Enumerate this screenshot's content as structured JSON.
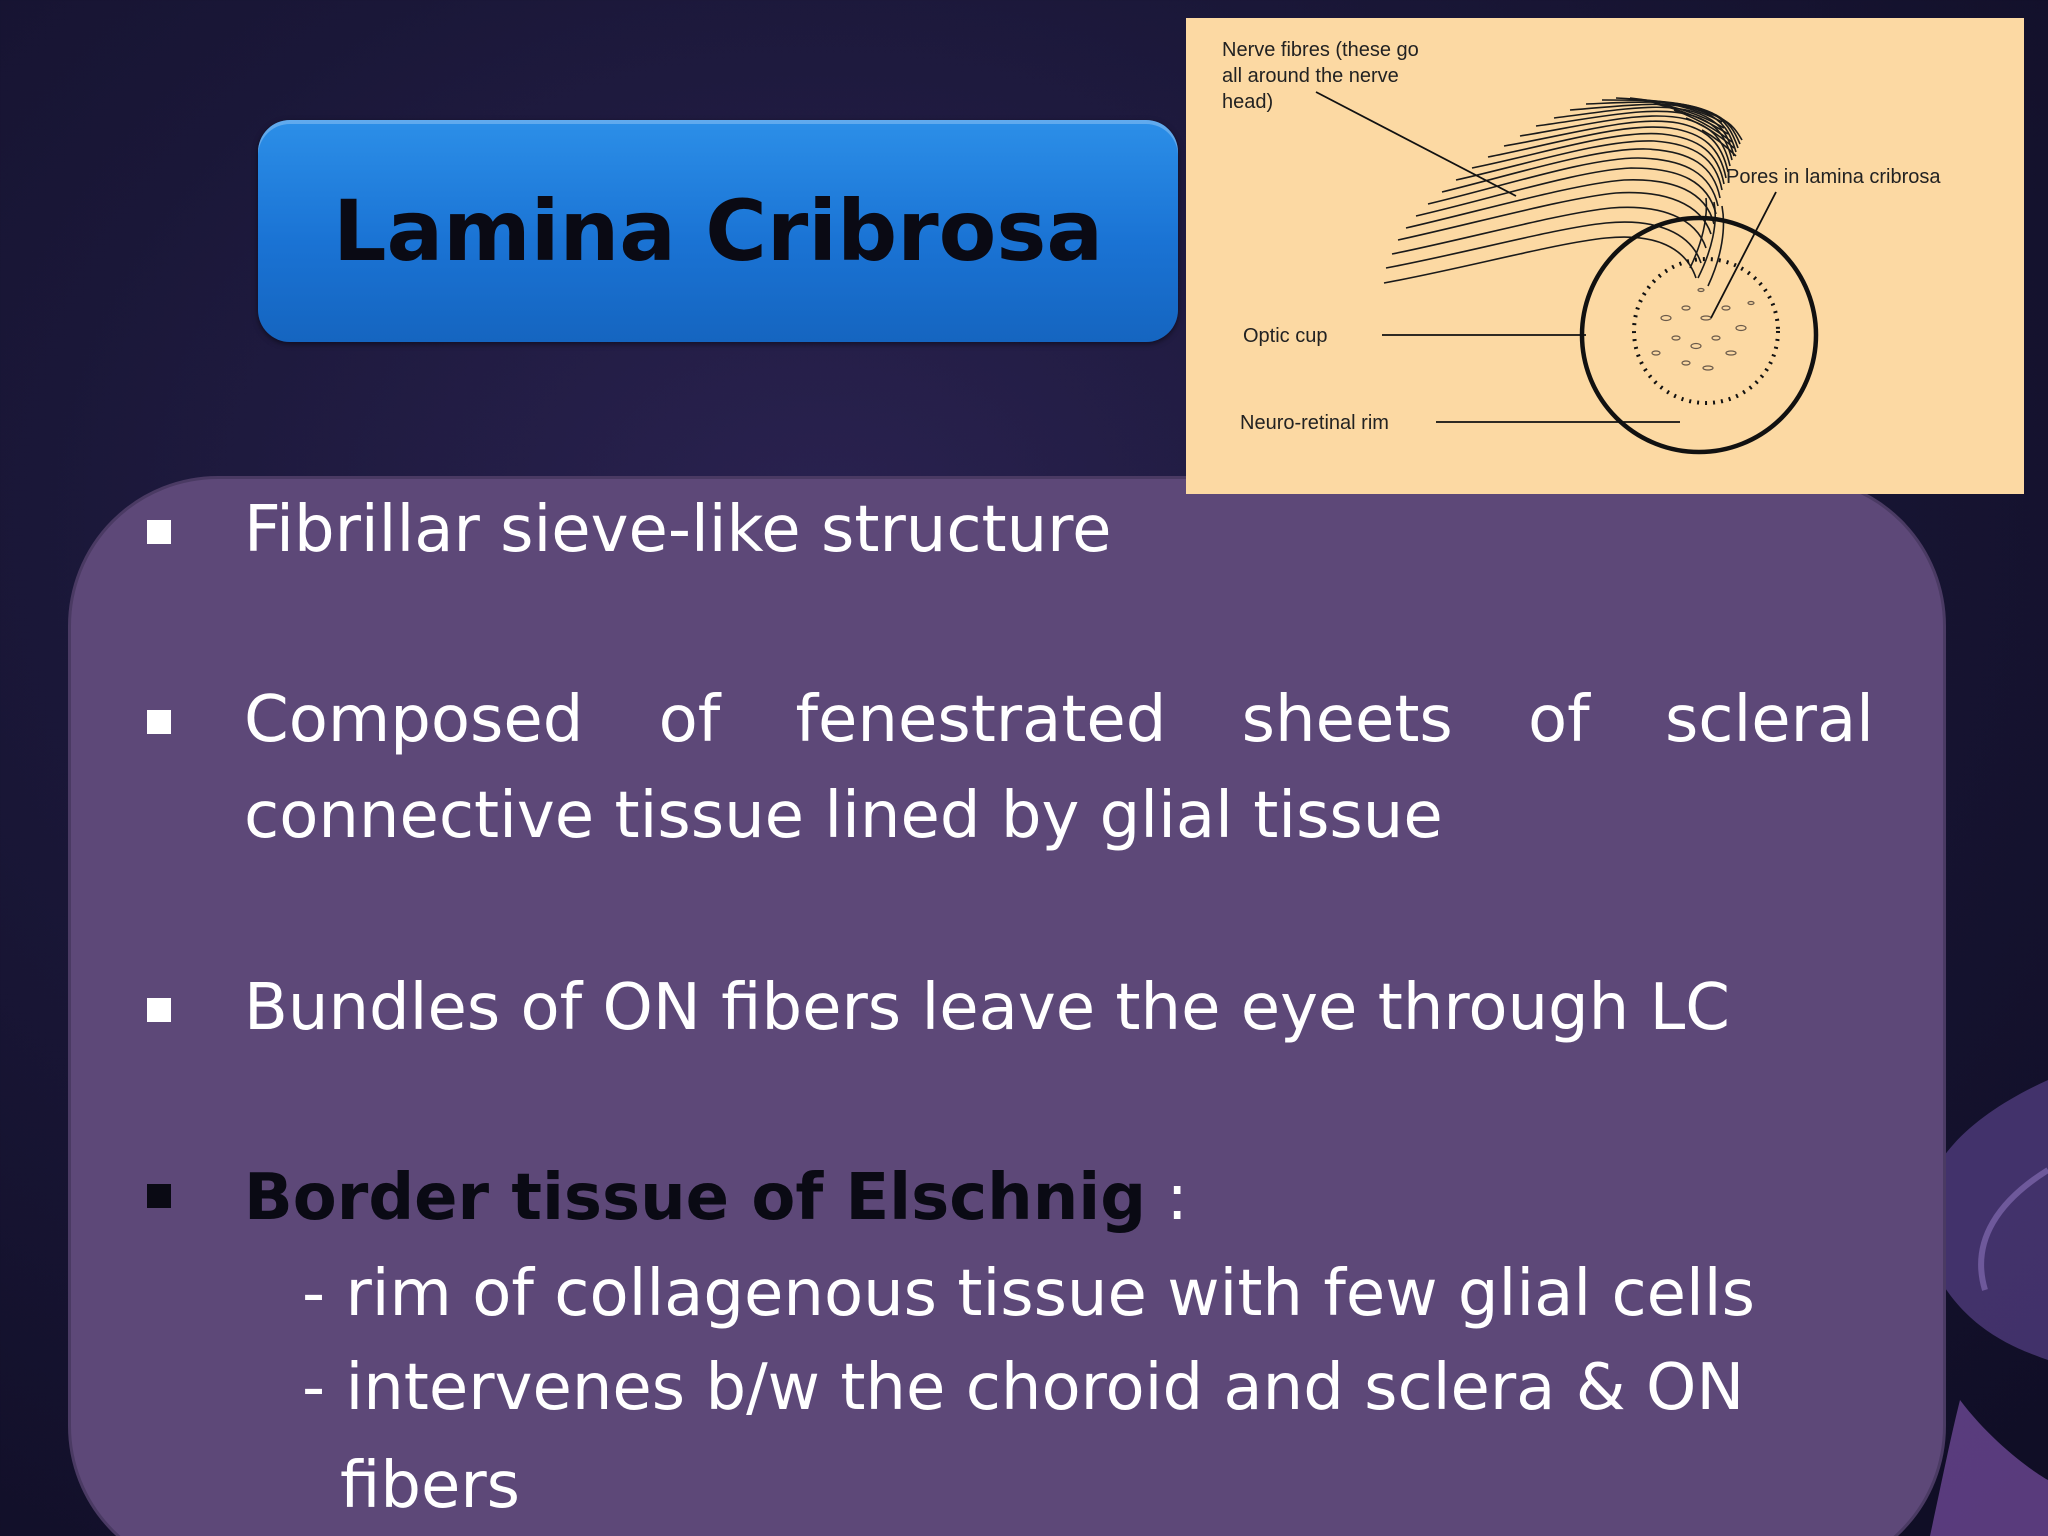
{
  "slide": {
    "title": "Lamina Cribrosa",
    "bullets": [
      {
        "text": "Fibrillar sieve-like structure"
      },
      {
        "words": [
          "Composed",
          "of",
          "fenestrated",
          "sheets",
          "of",
          "scleral"
        ],
        "line2": "connective tissue lined by glial tissue"
      },
      {
        "text": "Bundles of ON fibers leave the eye through LC"
      },
      {
        "bold": "Border tissue of Elschnig",
        "suffix": " :",
        "sub": [
          "- rim of collagenous tissue  with few glial cells",
          "- intervenes b/w the choroid and sclera & ON",
          "fibers"
        ]
      }
    ]
  },
  "diagram": {
    "label_nerve_1": "Nerve fibres (these go",
    "label_nerve_2": "all around the nerve",
    "label_nerve_3": "head)",
    "label_pores": "Pores in lamina cribrosa",
    "label_cup": "Optic cup",
    "label_rim": "Neuro-retinal rim"
  },
  "colors": {
    "title_bg": "#1a73d4",
    "content_bg": "#5d4878",
    "diagram_bg": "#fcd9a3"
  }
}
